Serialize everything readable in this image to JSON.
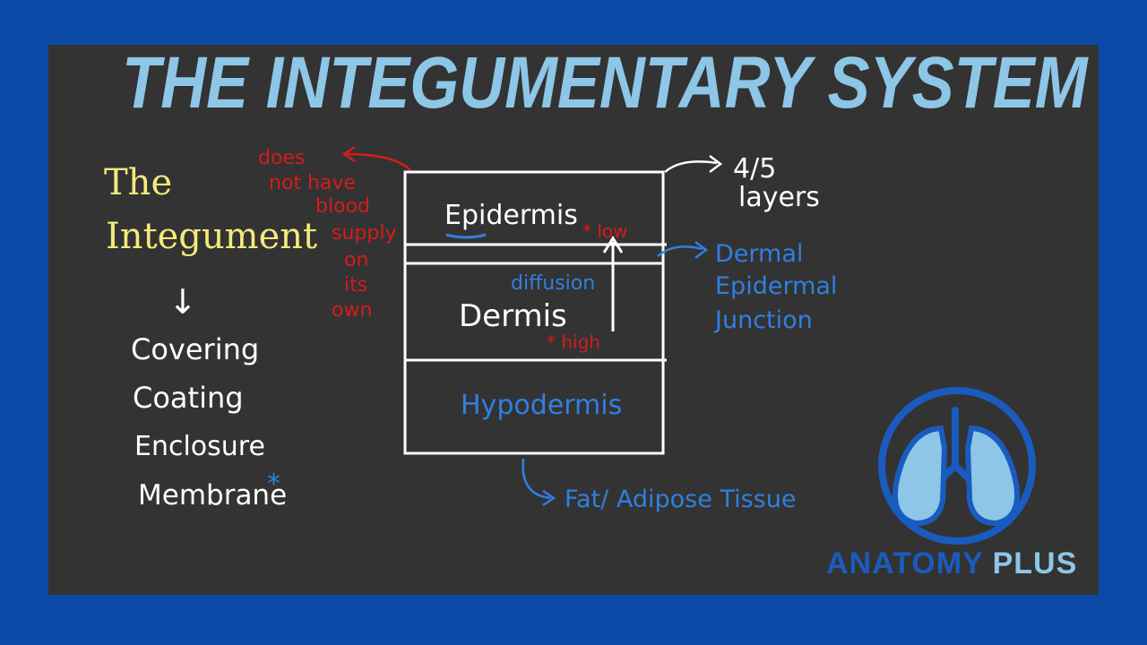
{
  "title": "THE INTEGUMENTARY SYSTEM",
  "left": {
    "heading_line1": "The",
    "heading_line2": "Integument",
    "arrow": "↓",
    "synonyms": [
      "Covering",
      "Coating",
      "Enclosure",
      "Membrane"
    ],
    "membrane_star": "*"
  },
  "layers": {
    "epidermis": "Epidermis",
    "dermis": "Dermis",
    "hypodermis": "Hypodermis"
  },
  "notes": {
    "no_blood": [
      "does",
      "not have",
      "blood",
      "supply",
      "on",
      "its",
      "own"
    ],
    "low": "* low",
    "high": "* high",
    "diffusion": "diffusion",
    "layers_count_line1": "4/5",
    "layers_count_line2": "layers",
    "junction_line1": "Dermal",
    "junction_line2": "Epidermal",
    "junction_line3": "Junction",
    "fat": "Fat/ Adipose Tissue"
  },
  "brand": {
    "word1": "ANATOMY",
    "word2": "PLUS",
    "icon": "lungs-icon"
  },
  "colors": {
    "background": "#0a4aa6",
    "board": "#333333",
    "title": "#8dc6e6",
    "yellow": "#f3ea7a",
    "red": "#d41c1c",
    "blue": "#2f80e0"
  }
}
